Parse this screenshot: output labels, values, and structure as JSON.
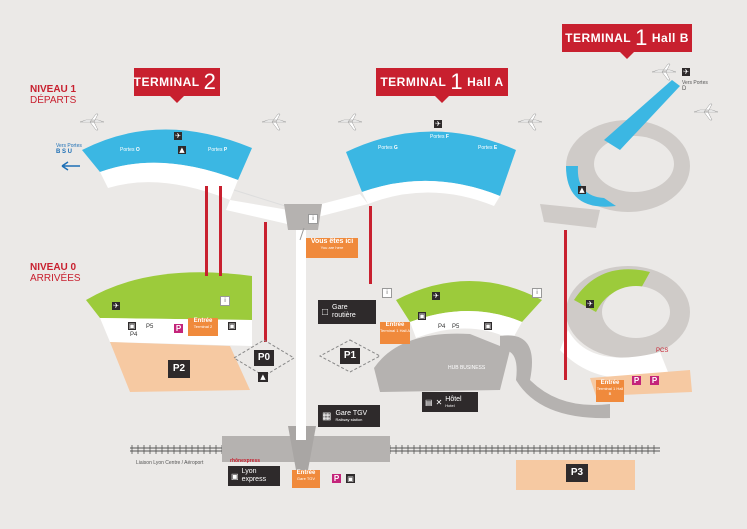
{
  "banners": {
    "t2": {
      "label": "TERMINAL",
      "num": "2",
      "hall": ""
    },
    "t1a": {
      "label": "TERMINAL",
      "num": "1",
      "hall": "Hall A"
    },
    "t1b": {
      "label": "TERMINAL",
      "num": "1",
      "hall": "Hall B"
    }
  },
  "levels": {
    "niveau1": {
      "name": "NIVEAU 1",
      "sub": "DÉPARTS"
    },
    "niveau0": {
      "name": "NIVEAU 0",
      "sub": "ARRIVÉES"
    }
  },
  "vers_portes_left": {
    "label": "Vers Portes",
    "letters": "B S U"
  },
  "vers_portes_right": {
    "label": "Vers Portes",
    "letters": "D"
  },
  "portes": {
    "t2_o": {
      "label": "Portes",
      "letter": "O"
    },
    "t2_p": {
      "label": "Portes",
      "letter": "P"
    },
    "t1_g": {
      "label": "Portes",
      "letter": "G"
    },
    "t1_f": {
      "label": "Portes",
      "letter": "F"
    },
    "t1_e": {
      "label": "Portes",
      "letter": "E"
    }
  },
  "vous_etes_ici": {
    "label": "Vous êtes ici",
    "sub": "You are here"
  },
  "gare_routiere": {
    "label": "Gare routière"
  },
  "gare_tgv": {
    "label": "Gare TGV",
    "sub": "Railway station"
  },
  "hotel": {
    "label": "Hôtel",
    "sub": "Hotel"
  },
  "lyon_express": {
    "label": "Lyon express"
  },
  "rhonexpress": "rhônexpress",
  "hub_business": "HUB BUSINESS",
  "liaison": "Liaison Lyon Centre / Aéroport",
  "entrees": {
    "t2": {
      "label": "Entrée",
      "sub": "Terminal 2"
    },
    "t1a": {
      "label": "Entrée",
      "sub": "Terminal 1 Hall A"
    },
    "t1b": {
      "label": "Entrée",
      "sub": "Terminal 1 Hall B"
    },
    "tgv": {
      "label": "Entrée",
      "sub": "Gare TGV"
    }
  },
  "parkings": {
    "p0": "P0",
    "p1": "P1",
    "p2": "P2",
    "p3": "P3",
    "p4_t2": "P4",
    "p5_t2": "P5",
    "p4_t1": "P4",
    "p5_t1": "P5",
    "pcs": "PCS"
  },
  "colors": {
    "red": "#c8202f",
    "blue": "#3bb7e3",
    "green": "#9ccb3b",
    "orange": "#f08a3c",
    "peach": "#f6c9a2",
    "dark": "#2e2a2b",
    "grey": "#b5b2b0",
    "magenta": "#c4247a"
  }
}
